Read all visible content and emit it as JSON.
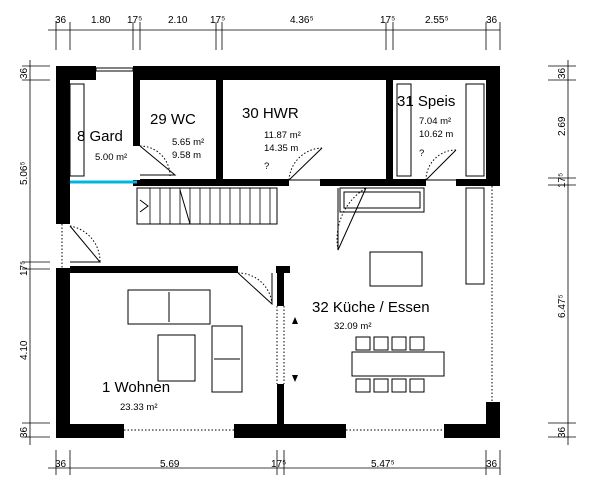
{
  "dimensions": {
    "top": [
      "36",
      "1.80",
      "17⁵",
      "2.10",
      "17⁵",
      "4.36⁵",
      "17⁵",
      "2.55⁵",
      "36"
    ],
    "bottom": [
      "36",
      "5.69",
      "17⁵",
      "5.47⁵",
      "36"
    ],
    "left": [
      "36",
      "5.06⁵",
      "17⁵",
      "4.10",
      "36"
    ],
    "right": [
      "36",
      "2.69",
      "17⁵",
      "6.47⁵",
      "36"
    ]
  },
  "rooms": [
    {
      "name": "8  Gard",
      "area": "5.00 m²",
      "perimeter": ""
    },
    {
      "name": "29 WC",
      "area": "5.65 m²",
      "perimeter": "9.58 m"
    },
    {
      "name": "30 HWR",
      "area": "11.87 m²",
      "perimeter": "14.35 m",
      "note": "?"
    },
    {
      "name": "31 Speis",
      "area": "7.04 m²",
      "perimeter": "10.62 m",
      "note": "?"
    },
    {
      "name": "1  Wohnen",
      "area": "23.33 m²"
    },
    {
      "name": "32 Küche / Essen",
      "area": "32.09 m²"
    }
  ],
  "colors": {
    "wall": "#000000",
    "accent_line": "#00b4e0"
  }
}
